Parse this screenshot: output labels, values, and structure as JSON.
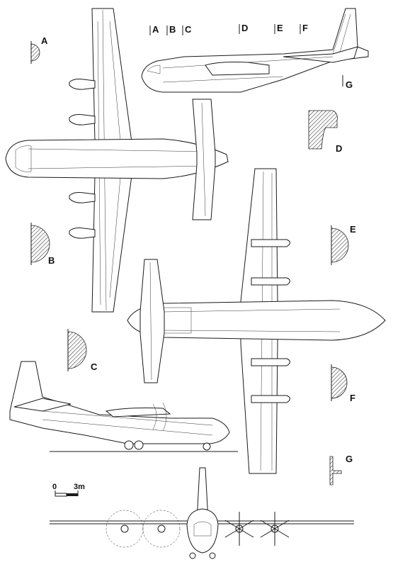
{
  "section_labels": {
    "a": "A",
    "b": "B",
    "c": "C",
    "d": "D",
    "e": "E",
    "f": "F",
    "g": "G"
  },
  "station_markers": {
    "a": "A",
    "b": "B",
    "c": "C",
    "d": "D",
    "e": "E",
    "f": "F",
    "g": "G"
  },
  "scale_bar": {
    "zero": "0",
    "length": "3m"
  },
  "colors": {
    "line": "#1a1a1a",
    "background": "#ffffff",
    "hatch": "#444444"
  }
}
